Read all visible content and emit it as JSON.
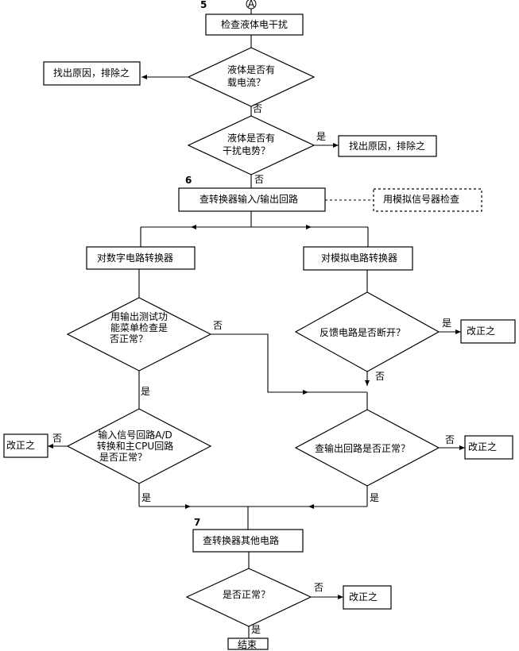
{
  "connector": "A",
  "steps": {
    "s5": "5",
    "s6": "6",
    "s7": "7"
  },
  "nodes": {
    "check_liquid": "检查液体电干扰",
    "fix1": "找出原因，排除之",
    "q_current": [
      "液体是否有",
      "载电流？"
    ],
    "q_emf": [
      "液体是否有",
      "干扰电势？"
    ],
    "fix2": "找出原因，排除之",
    "check_io": "查转换器输入/输出回路",
    "simulator": "用模拟信号器检查",
    "digital": "对数字电路转换器",
    "analog": "对模拟电路转换器",
    "q_menu": [
      "用输出测试功",
      "能菜单检查是",
      "否正常？"
    ],
    "q_feedback": "反馈电路是否断开？",
    "q_input": [
      "输入信号回路A/D",
      "转换和主CPU回路",
      "是否正常？"
    ],
    "q_output": "查输出回路是否正常？",
    "fix_feedback": "改正之",
    "fix_input": "改正之",
    "fix_output": "改正之",
    "check_other": "查转换器其他电路",
    "q_normal": "是否正常？",
    "fix_final": "改正之",
    "end": "结束"
  },
  "edge_labels": {
    "no": "否",
    "yes": "是"
  }
}
